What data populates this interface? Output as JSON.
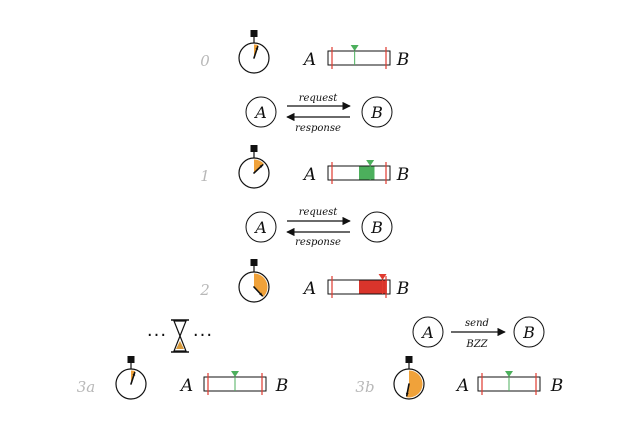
{
  "colors": {
    "ink": "#111111",
    "muted": "#b8b8b8",
    "orange": "#f0a23a",
    "green": "#4caf5c",
    "red": "#e03a2f",
    "bar_red": "#d9342b"
  },
  "rows": [
    {
      "step": "0",
      "left": "A",
      "right": "B",
      "fill": "none",
      "fill_fraction": 0.0,
      "marker": "green",
      "marker_position": 0.43,
      "clock_elapsed": 0.05
    },
    {
      "step": "1",
      "left": "A",
      "right": "B",
      "fill": "green",
      "fill_fraction": 0.25,
      "marker": "green",
      "marker_position": 0.68,
      "clock_elapsed": 0.13
    },
    {
      "step": "2",
      "left": "A",
      "right": "B",
      "fill": "red",
      "fill_fraction": 0.45,
      "marker": "red",
      "marker_position": 0.88,
      "clock_elapsed": 0.38
    },
    {
      "step": "3a",
      "left": "A",
      "right": "B",
      "fill": "none",
      "fill_fraction": 0.0,
      "marker": "green",
      "marker_position": 0.5,
      "clock_elapsed": 0.05
    },
    {
      "step": "3b",
      "left": "A",
      "right": "B",
      "fill": "none",
      "fill_fraction": 0.0,
      "marker": "green",
      "marker_position": 0.5,
      "clock_elapsed": 0.53
    }
  ],
  "exchanges": [
    {
      "from": "A",
      "to": "B",
      "forward_label": "request",
      "back_label": "response"
    },
    {
      "from": "A",
      "to": "B",
      "forward_label": "request",
      "back_label": "response"
    }
  ],
  "send_exchange": {
    "from": "A",
    "to": "B",
    "top_label": "send",
    "bottom_label": "BZZ"
  },
  "wait": {
    "dots_left": "···",
    "dots_right": "···",
    "icon": "hourglass-icon"
  }
}
